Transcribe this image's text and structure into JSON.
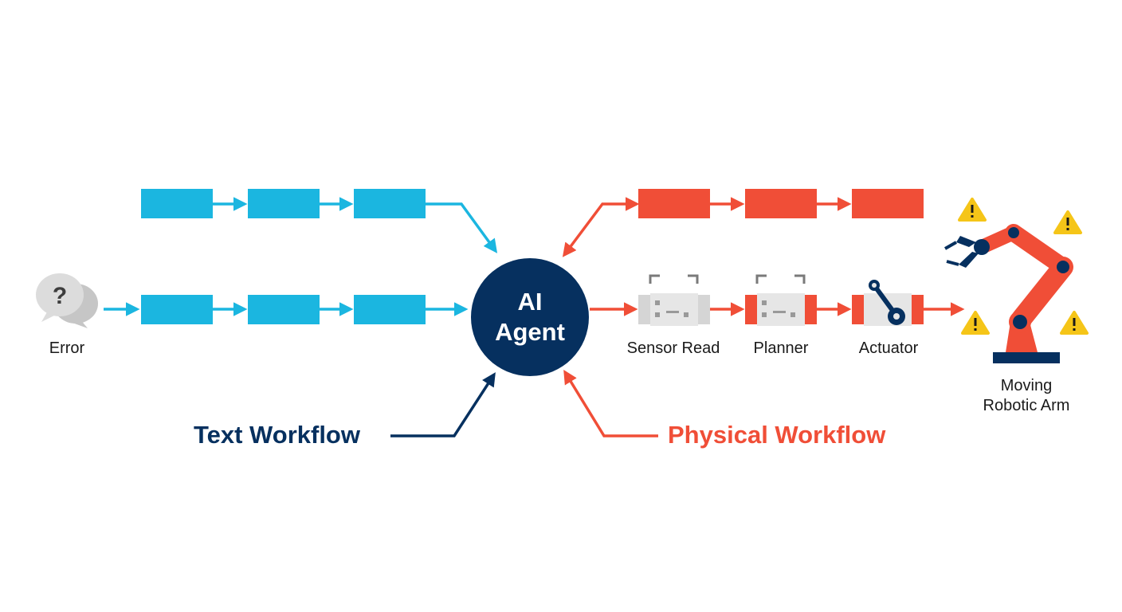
{
  "colors": {
    "text_flow": "#1bb6e0",
    "physical_flow": "#f04e37",
    "agent": "#06305f",
    "gray_module": "#d5d5d5",
    "warning": "#f5c518"
  },
  "agent": {
    "label": "AI\nAgent"
  },
  "error": {
    "label": "Error",
    "icon": "question-speech-bubble-icon"
  },
  "text_workflow": {
    "label": "Text Workflow",
    "rows": 2,
    "steps_per_row": 3
  },
  "physical_workflow": {
    "label": "Physical Workflow",
    "modules": [
      "Sensor Read",
      "Planner",
      "Actuator"
    ]
  },
  "robot": {
    "label": "Moving\nRobotic Arm",
    "icon": "robotic-arm-icon",
    "warning_icon": "warning-triangle-icon"
  }
}
